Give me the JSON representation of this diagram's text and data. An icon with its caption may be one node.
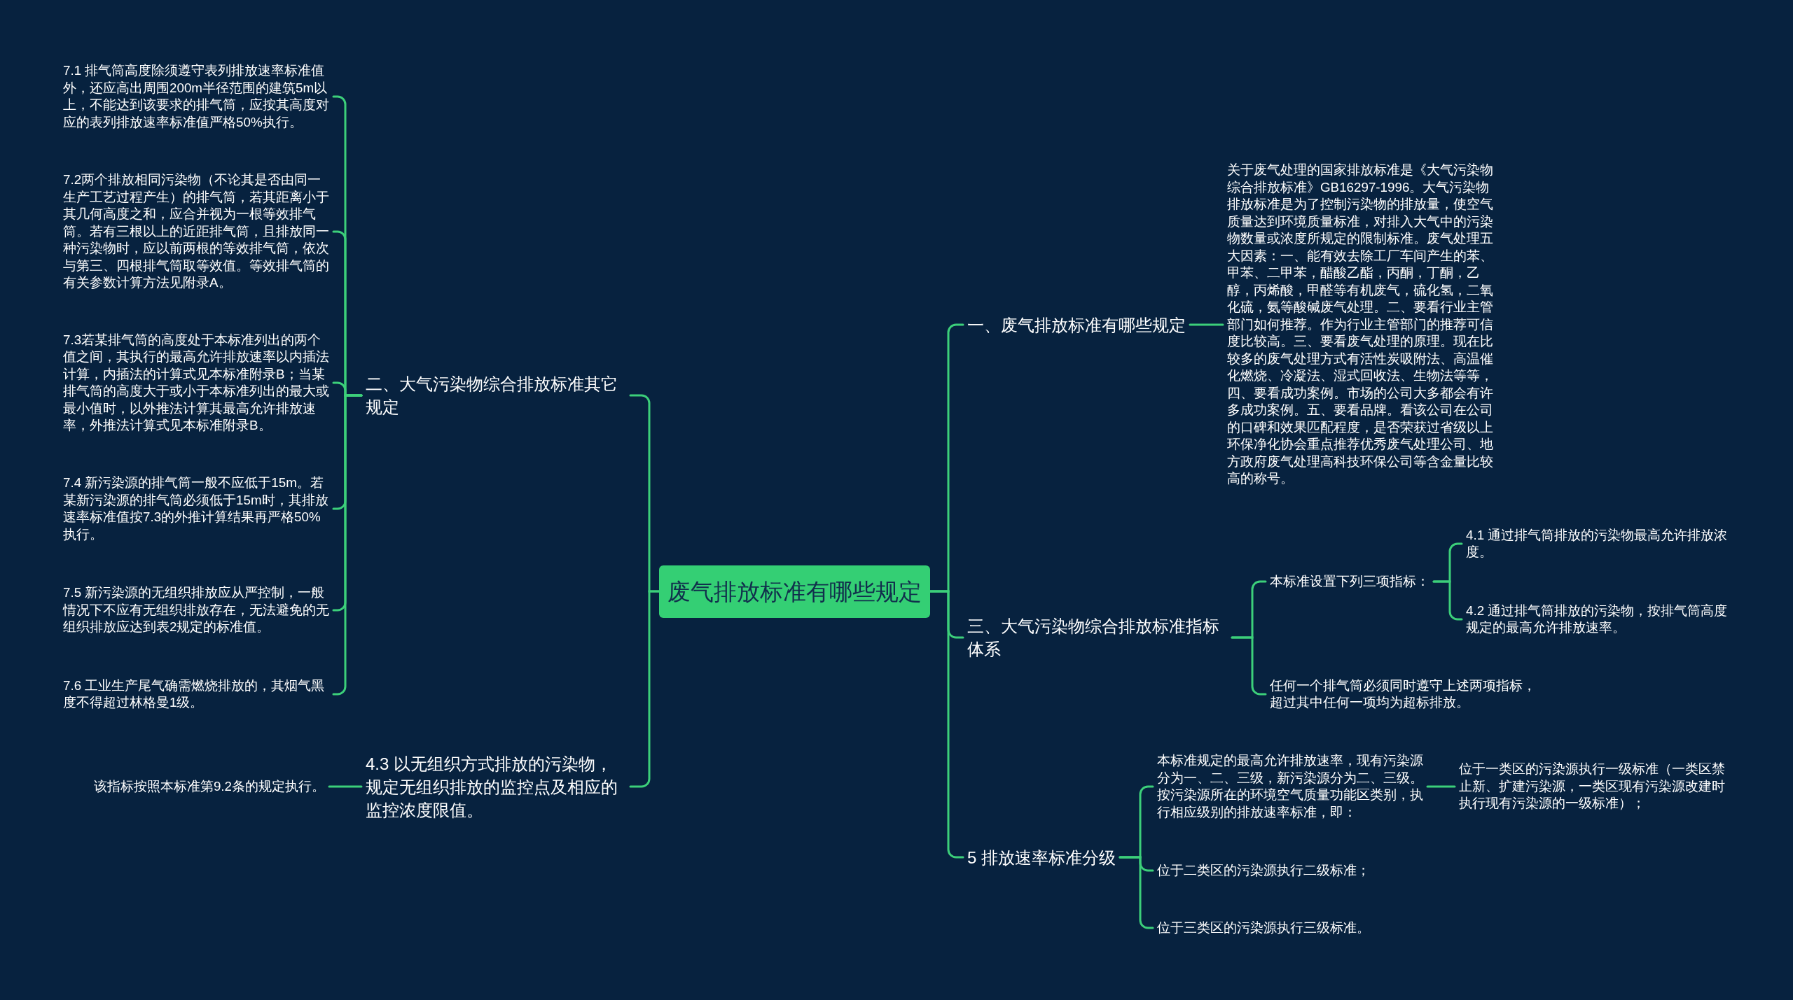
{
  "diagram": {
    "nodes": [
      {
        "text": [
          "废气排放标准有哪些规定"
        ]
      },
      {
        "text": [
          "一、废气排放标准有哪些规定"
        ]
      },
      {
        "text": [
          "关于废气处理的国家排放标准是《大气污染物综合排放标准》GB16297-1996。大气污染物排放标准是为了控制污染物的排放量，使空气质量达到环境质量标准，对排入大气中的污染物数量或浓度所规定的限制标准。废气处理五大因素：一、能有效去除工厂车间产生的苯、甲苯、二甲苯，醋酸乙酯，丙酮，丁酮，乙醇，丙烯酸，甲醛等有机废气，硫化氢，二氧化硫，氨等酸碱废气处理。二、要看行业主管部门如何推荐。作为行业主管部门的推荐可信度比较高。三、要看废气处理的原理。现在比较多的废气处理方式有活性炭吸附法、高温催化燃烧、冷凝法、湿式回收法、生物法等等，四、要看成功案例。市场的公司大多都会有许多成功案例。五、要看品牌。看该公司在公司的口碑和效果匹配程度，是否荣获过省级以上环保净化协会重点推荐优秀废气处理公司、地方政府废气处理高科技环保公司等含金量比较高的称号。"
        ]
      },
      {
        "text": [
          "三、大气污染物综合排放标准指标体系"
        ]
      },
      {
        "text": [
          "本标准设置下列三项指标："
        ]
      },
      {
        "text": [
          "4.1 通过排气筒排放的污染物最高允许排放浓度。"
        ]
      },
      {
        "text": [
          "4.2 通过排气筒排放的污染物，按排气筒高度规定的最高允许排放速率。"
        ]
      },
      {
        "text": [
          "任何一个排气筒必须同时遵守上述两项指标，超过其中任何一项均为超标排放。"
        ]
      },
      {
        "text": [
          "5 排放速率标准分级"
        ]
      },
      {
        "text": [
          "本标准规定的最高允许排放速率，现有污染源分为一、二、三级，新污染源分为二、三级。按污染源所在的环境空气质量功能区类别，执行相应级别的排放速率标准，即："
        ]
      },
      {
        "text": [
          "位于一类区的污染源执行一级标准（一类区禁止新、扩建污染源，一类区现有污染源改建时执行现有污染源的一级标准）；"
        ]
      },
      {
        "text": [
          "位于二类区的污染源执行二级标准；"
        ]
      },
      {
        "text": [
          "位于三类区的污染源执行三级标准。"
        ]
      },
      {
        "text": [
          "二、大气污染物综合排放标准其它规定"
        ]
      },
      {
        "text": [
          "7.1 排气筒高度除须遵守表列排放速率标准值外，还应高出周围200m半径范围的建筑5m以上，不能达到该要求的排气筒，应按其高度对应的表列排放速率标准值严格50%执行。"
        ]
      },
      {
        "text": [
          "7.2两个排放相同污染物（不论其是否由同一生产工艺过程产生）的排气筒，若其距离小于其几何高度之和，应合并视为一根等效排气筒。若有三根以上的近距排气筒，且排放同一种污染物时，应以前两根的等效排气筒，依次与第三、四根排气筒取等效值。等效排气筒的有关参数计算方法见附录A。"
        ]
      },
      {
        "text": [
          "7.3若某排气筒的高度处于本标准列出的两个值之间，其执行的最高允许排放速率以内插法计算，内插法的计算式见本标准附录B；当某排气筒的高度大于或小于本标准列出的最大或最小值时，以外推法计算其最高允许排放速率，外推法计算式见本标准附录B。"
        ]
      },
      {
        "text": [
          "7.4 新污染源的排气筒一般不应低于15m。若某新污染源的排气筒必须低于15m时，其排放速率标准值按7.3的外推计算结果再严格50%执行。"
        ]
      },
      {
        "text": [
          "7.5 新污染源的无组织排放应从严控制，一般情况下不应有无组织排放存在，无法避免的无组织排放应达到表2规定的标准值。"
        ]
      },
      {
        "text": [
          "7.6 工业生产尾气确需燃烧排放的，其烟气黑度不得超过林格曼1级。"
        ]
      },
      {
        "text": [
          "4.3 以无组织方式排放的污染物，规定无组织排放的监控点及相应的监控浓度限值。"
        ]
      },
      {
        "text": [
          "该指标按照本标准第9.2条的规定执行。"
        ]
      }
    ],
    "edges": [
      {
        "from": 0,
        "to": 1,
        "arrow": "none"
      },
      {
        "from": 1,
        "to": 2,
        "arrow": "none"
      },
      {
        "from": 0,
        "to": 3,
        "arrow": "none"
      },
      {
        "from": 3,
        "to": 4,
        "arrow": "none"
      },
      {
        "from": 4,
        "to": 5,
        "arrow": "none"
      },
      {
        "from": 4,
        "to": 6,
        "arrow": "none"
      },
      {
        "from": 3,
        "to": 7,
        "arrow": "none"
      },
      {
        "from": 0,
        "to": 8,
        "arrow": "none"
      },
      {
        "from": 8,
        "to": 9,
        "arrow": "none"
      },
      {
        "from": 9,
        "to": 10,
        "arrow": "none"
      },
      {
        "from": 8,
        "to": 11,
        "arrow": "none"
      },
      {
        "from": 8,
        "to": 12,
        "arrow": "none"
      },
      {
        "from": 0,
        "to": 13,
        "arrow": "none"
      },
      {
        "from": 13,
        "to": 14,
        "arrow": "none"
      },
      {
        "from": 13,
        "to": 15,
        "arrow": "none"
      },
      {
        "from": 13,
        "to": 16,
        "arrow": "none"
      },
      {
        "from": 13,
        "to": 17,
        "arrow": "none"
      },
      {
        "from": 13,
        "to": 18,
        "arrow": "none"
      },
      {
        "from": 13,
        "to": 19,
        "arrow": "none"
      },
      {
        "from": 0,
        "to": 20,
        "arrow": "none"
      },
      {
        "from": 20,
        "to": 21,
        "arrow": "none"
      }
    ]
  }
}
